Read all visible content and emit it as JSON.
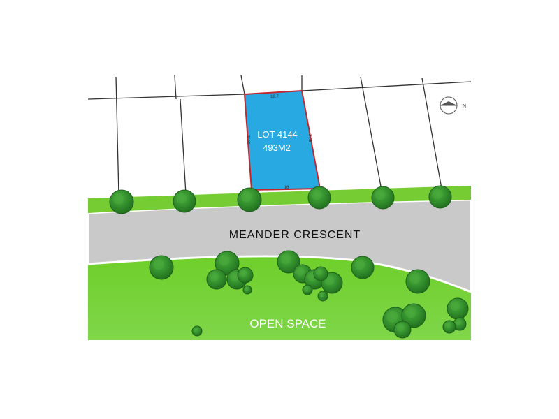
{
  "lot": {
    "name": "LOT 4144",
    "area": "493M2",
    "dimensions": {
      "top": "18.7",
      "bottom": "16",
      "left": "27.1",
      "right": "27.8"
    }
  },
  "street": {
    "name": "MEANDER CRESCENT"
  },
  "open_space": {
    "label": "OPEN SPACE"
  },
  "north_arrow": {
    "label": "N"
  },
  "colors": {
    "lot_fill": "#29a9e1",
    "lot_outline": "#c1272d",
    "road": "#c8c8c8",
    "grass": "#7ed321",
    "tree": "#2e8b2e",
    "lines": "#3a3a3a"
  }
}
